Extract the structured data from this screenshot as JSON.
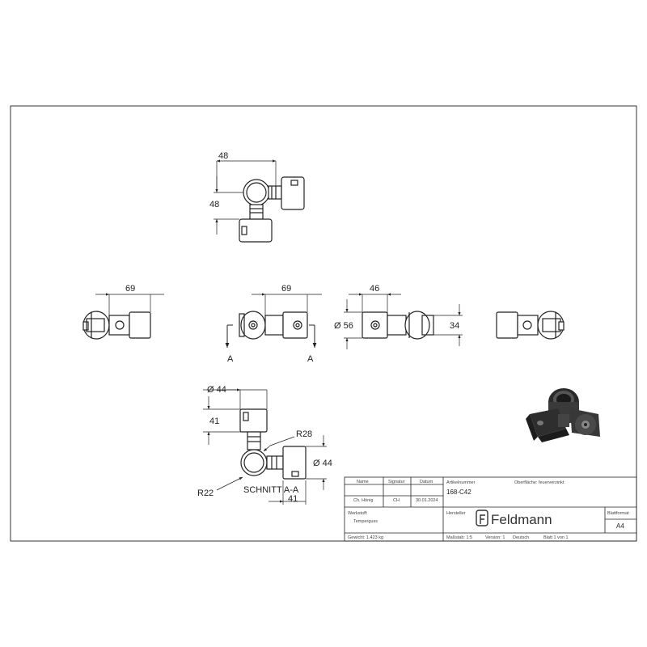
{
  "dimensions": {
    "top_width": "48",
    "top_height": "48",
    "view1_width": "69",
    "view2_width": "69",
    "view3_width": "46",
    "view3_diameter": "Ø 56",
    "view3_height": "34",
    "sec_top_diameter": "Ø 44",
    "sec_top_height": "41",
    "sec_radius_outer": "R28",
    "sec_radius_inner": "R22",
    "sec_right_diameter": "Ø 44",
    "sec_right_width": "41"
  },
  "section_marks": {
    "left": "A",
    "right": "A",
    "section_label": "SCHNITT A-A"
  },
  "title_block": {
    "hdr_name": "Name",
    "hdr_signatur": "Signatur",
    "hdr_datum": "Datum",
    "row1_name": "Ch. Hönig",
    "row1_signatur": "CH",
    "row1_datum": "30.01.2024",
    "werkstoff_label": "Werkstoff:",
    "werkstoff_value": "Temperguss",
    "gewicht": "Gewicht: 1.423 kg",
    "artikelnummer_label": "Artikelnummer",
    "artikelnummer_value": "168-C42",
    "oberflaeche": "Oberfläche: feuerverzinkt",
    "hersteller_label": "Hersteller",
    "brand": "Feldmann",
    "blattformat_label": "Blattformat",
    "blattformat_value": "A4",
    "massstab": "Maßstab: 1:5",
    "version": "Version: 1",
    "sprache": "Deutsch",
    "blatt": "Blatt 1 von 1"
  },
  "colors": {
    "line": "#222222",
    "part_fill": "#ffffff",
    "render_dark": "#2a2a2a",
    "render_mid": "#4a4a4a"
  }
}
